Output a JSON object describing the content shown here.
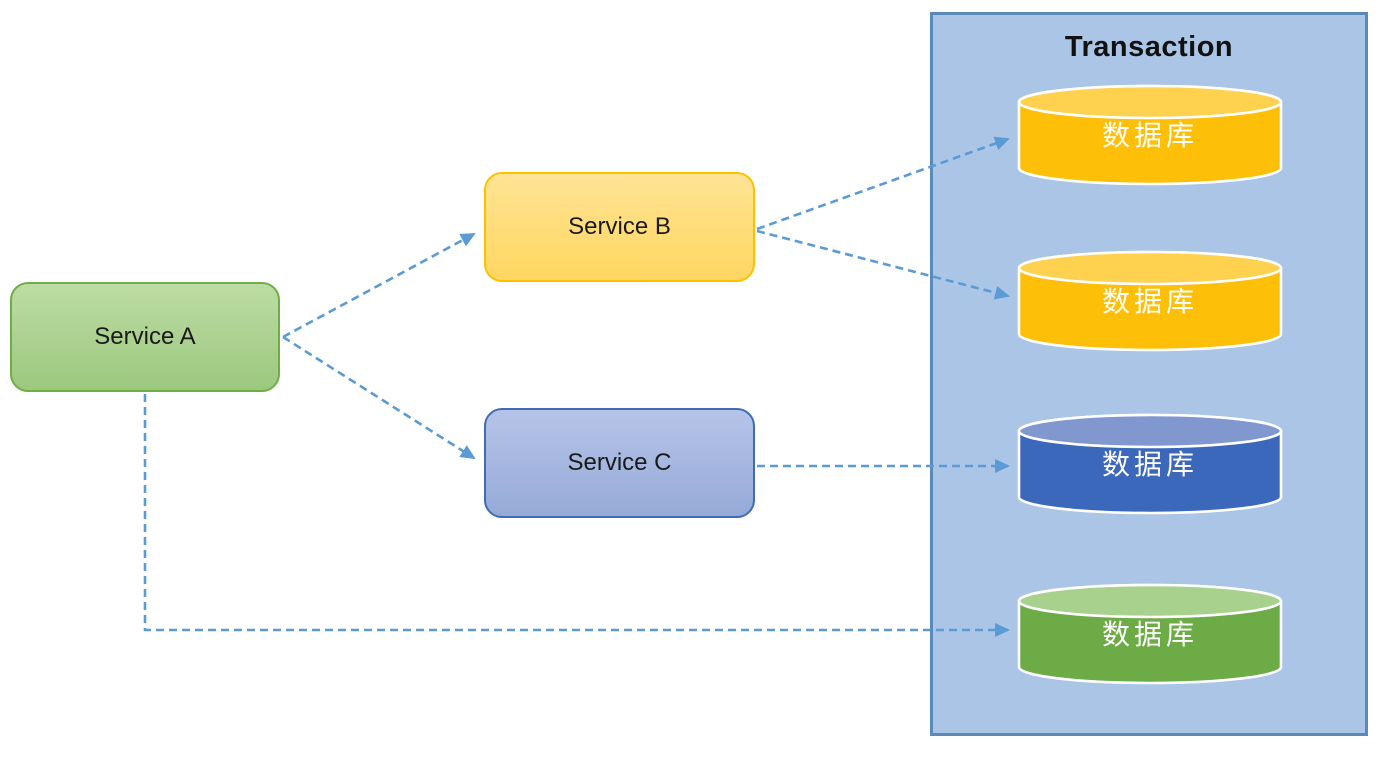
{
  "diagram": {
    "panel": {
      "title": "Transaction",
      "fill": "#aac5e6",
      "border": "#5c8ab8"
    },
    "nodes": [
      {
        "id": "service-a",
        "label": "Service A",
        "fill": "#a9d18e",
        "border": "#70ad47"
      },
      {
        "id": "service-b",
        "label": "Service B",
        "fill": "#ffd966",
        "border": "#ffc000"
      },
      {
        "id": "service-c",
        "label": "Service C",
        "fill": "#a3b4df",
        "border": "#3e6cb5"
      }
    ],
    "databases": [
      {
        "id": "db-yellow-1",
        "label": "数据库",
        "body_color": "#fdbf07",
        "top_color": "#fed24e"
      },
      {
        "id": "db-yellow-2",
        "label": "数据库",
        "body_color": "#fdbf07",
        "top_color": "#fed24e"
      },
      {
        "id": "db-blue",
        "label": "数据库",
        "body_color": "#3b68bb",
        "top_color": "#8097cf"
      },
      {
        "id": "db-green",
        "label": "数据库",
        "body_color": "#6cab45",
        "top_color": "#a7d18c"
      }
    ],
    "edges": [
      {
        "from": "service-a",
        "to": "service-b",
        "style": "dashed"
      },
      {
        "from": "service-a",
        "to": "service-c",
        "style": "dashed"
      },
      {
        "from": "service-b",
        "to": "db-yellow-1",
        "style": "dashed"
      },
      {
        "from": "service-b",
        "to": "db-yellow-2",
        "style": "dashed"
      },
      {
        "from": "service-c",
        "to": "db-blue",
        "style": "dashed"
      },
      {
        "from": "service-a",
        "to": "db-green",
        "style": "dashed"
      }
    ],
    "edge_color": "#5b9bd5"
  }
}
